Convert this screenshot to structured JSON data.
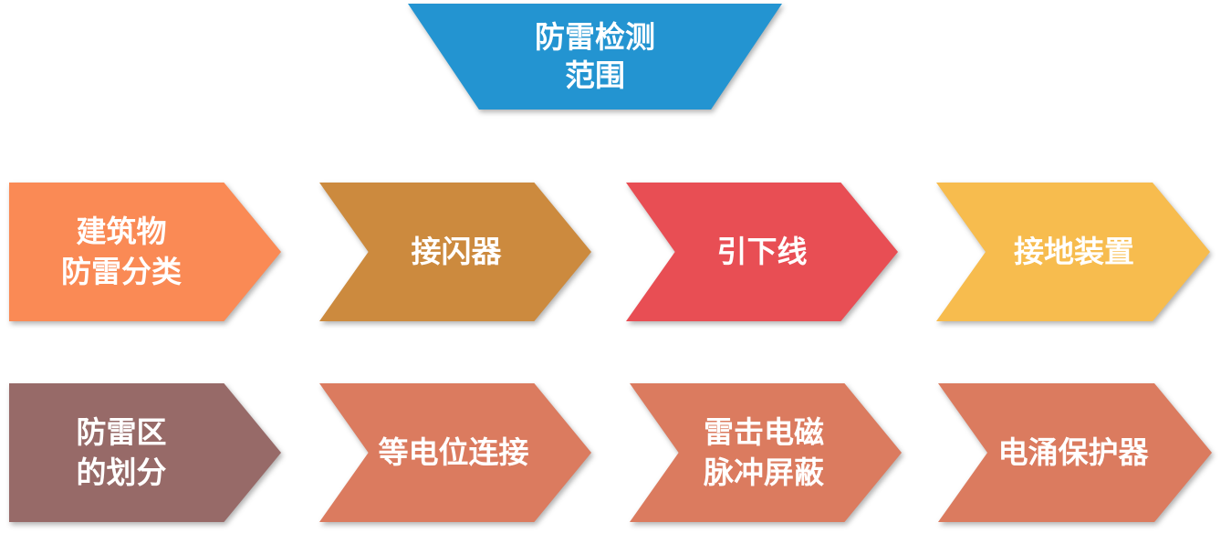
{
  "title": {
    "text": "防雷检测\n范围",
    "color": "#2394d1"
  },
  "rows": [
    {
      "items": [
        {
          "text": "建筑物\n防雷分类",
          "color": "#fa8a55"
        },
        {
          "text": "接闪器",
          "color": "#cc8a3e"
        },
        {
          "text": "引下线",
          "color": "#e84e54"
        },
        {
          "text": "接地装置",
          "color": "#f7bc4e"
        }
      ]
    },
    {
      "items": [
        {
          "text": "防雷区\n的划分",
          "color": "#976a68"
        },
        {
          "text": "等电位连接",
          "color": "#db7b5f"
        },
        {
          "text": "雷击电磁\n脉冲屏蔽",
          "color": "#db7b5f"
        },
        {
          "text": "电涌保护器",
          "color": "#db7b5f"
        }
      ]
    }
  ]
}
